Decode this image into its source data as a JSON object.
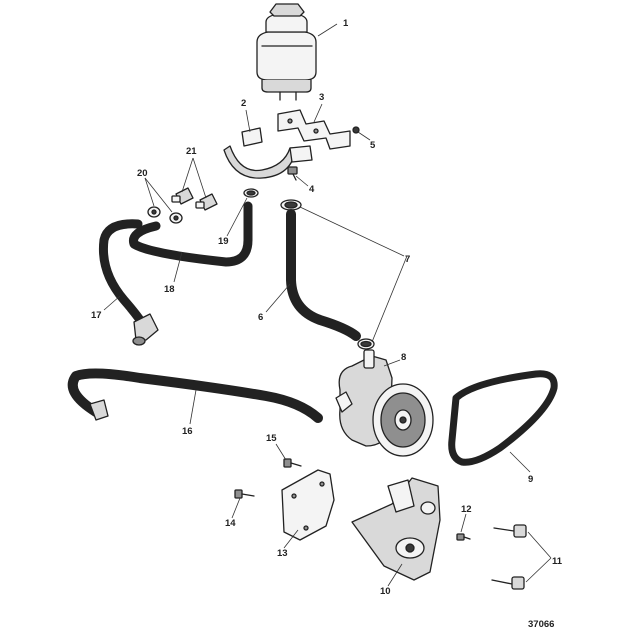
{
  "diagram_id": "37066",
  "callouts": [
    {
      "id": "c1",
      "text": "1"
    },
    {
      "id": "c2",
      "text": "2"
    },
    {
      "id": "c3",
      "text": "3"
    },
    {
      "id": "c4",
      "text": "4"
    },
    {
      "id": "c5",
      "text": "5"
    },
    {
      "id": "c6",
      "text": "6"
    },
    {
      "id": "c7",
      "text": "7"
    },
    {
      "id": "c8",
      "text": "8"
    },
    {
      "id": "c9",
      "text": "9"
    },
    {
      "id": "c10",
      "text": "10"
    },
    {
      "id": "c11",
      "text": "11"
    },
    {
      "id": "c12",
      "text": "12"
    },
    {
      "id": "c13",
      "text": "13"
    },
    {
      "id": "c14",
      "text": "14"
    },
    {
      "id": "c15",
      "text": "15"
    },
    {
      "id": "c16",
      "text": "16"
    },
    {
      "id": "c17",
      "text": "17"
    },
    {
      "id": "c18",
      "text": "18"
    },
    {
      "id": "c19",
      "text": "19"
    },
    {
      "id": "c20",
      "text": "20"
    },
    {
      "id": "c21",
      "text": "21"
    }
  ]
}
